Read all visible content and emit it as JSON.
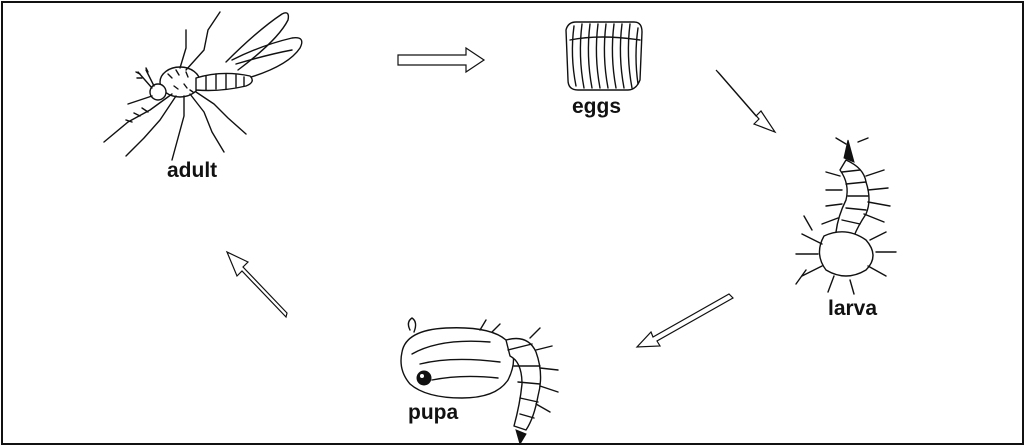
{
  "diagram": {
    "stages": [
      {
        "id": "adult",
        "label": "adult",
        "icon": "mosquito-adult-icon"
      },
      {
        "id": "eggs",
        "label": "eggs",
        "icon": "egg-raft-icon"
      },
      {
        "id": "larva",
        "label": "larva",
        "icon": "mosquito-larva-icon"
      },
      {
        "id": "pupa",
        "label": "pupa",
        "icon": "mosquito-pupa-icon"
      }
    ],
    "arrows": [
      {
        "from": "adult",
        "to": "eggs"
      },
      {
        "from": "eggs",
        "to": "larva"
      },
      {
        "from": "larva",
        "to": "pupa"
      },
      {
        "from": "pupa",
        "to": "adult"
      }
    ],
    "colors": {
      "ink": "#111111",
      "background": "#ffffff"
    }
  }
}
